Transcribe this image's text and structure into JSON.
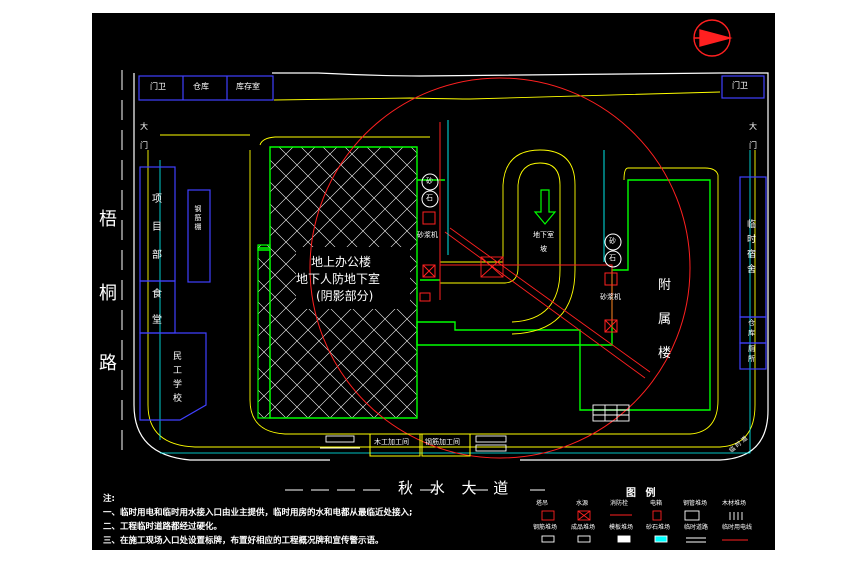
{
  "plan": {
    "main_building": [
      "地上办公楼",
      "地下人防地下室",
      "(阴影部分)"
    ],
    "annex_building": [
      "附",
      "属",
      "楼"
    ],
    "left_road": [
      "梧",
      "桐",
      "路"
    ],
    "bottom_road": "秋  水  大  道",
    "top_left_rooms": [
      "门卫",
      "仓库",
      "库存室"
    ],
    "top_right_room": "门卫",
    "gate_left": [
      "大",
      "门"
    ],
    "gate_right": [
      "大",
      "门"
    ],
    "project_dept": [
      "项",
      "目",
      "部"
    ],
    "canteen": [
      "食",
      "堂"
    ],
    "worker_school": [
      "民",
      "工",
      "学",
      "校"
    ],
    "rebar_shed": "钢筋棚",
    "dorm": [
      "临",
      "时",
      "宿",
      "舍"
    ],
    "warehouse_small": [
      "仓",
      "库"
    ],
    "toilet": [
      "厕",
      "所"
    ],
    "crane_mark_left": "砂",
    "crane_mark_left2": "石",
    "crane_mark_right": "砂",
    "crane_mark_right2": "石",
    "mixer_left": "砂浆机",
    "mixer_right": "砂浆机",
    "ramp": [
      "地下室",
      "坡"
    ],
    "carpenter": "木工加工间",
    "steel_work": "钢筋加工间",
    "road_edge_label": "临 时 道"
  },
  "legend": {
    "title": "图 例",
    "row1": [
      "塔吊",
      "水源",
      "消防栓",
      "电箱",
      "钢管堆场",
      "木材堆场"
    ],
    "row2": [
      "钢筋堆场",
      "成品堆场",
      "模板堆场",
      "砂石堆场",
      "临时道路",
      "临时用电线"
    ]
  },
  "notes": [
    "注:",
    "一、临时用电和临时用水接入口由业主提供，临时用房的水和电都从最临近处接入;",
    "二、工程临时道路都经过硬化。",
    "三、在施工现场入口处设置标牌，布置好相应的工程概况牌和宣传警示语。"
  ],
  "colors": {
    "background": "#000000",
    "building_outline": "#00ff00",
    "crane_radius": "#ff2020",
    "road_edge": "#ffff00",
    "wall": "#ffffff",
    "facility": "#2020ff",
    "water_line": "#00ffff"
  }
}
